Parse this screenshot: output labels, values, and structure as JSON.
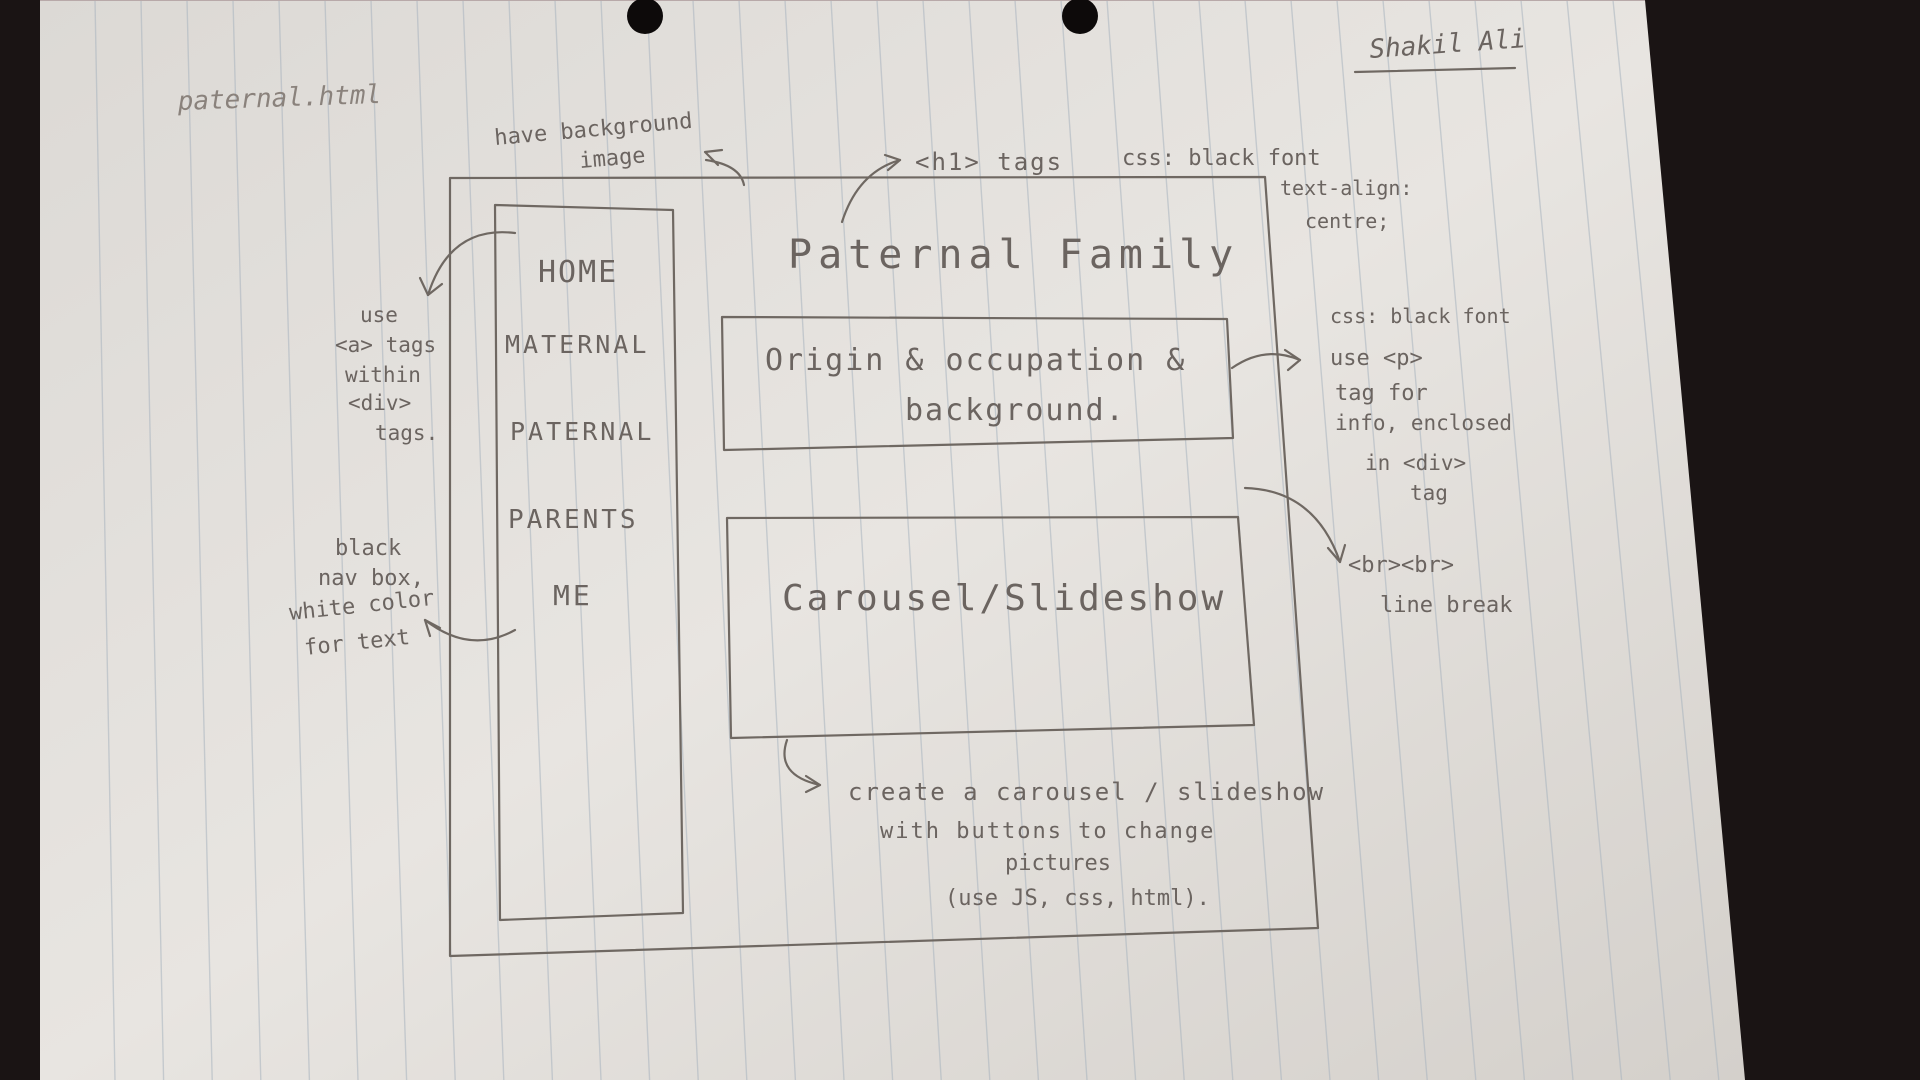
{
  "author": "Shakil Ali",
  "filename": "paternal.html",
  "annotations": {
    "background": [
      "have background",
      "image"
    ],
    "h1": "<h1> tags",
    "css_title": [
      "css: black font",
      "text-align:",
      "centre;"
    ],
    "nav_links": [
      "use",
      "<a> tags",
      "within",
      "<div>",
      "tags."
    ],
    "nav_box": [
      "black",
      "nav box,",
      "white color",
      "for text"
    ],
    "css_info": [
      "css: black font",
      "use <p>",
      "tag for",
      "info, enclosed",
      "in <div>",
      "tag"
    ],
    "line_break": [
      "<br><br>",
      "line break"
    ],
    "carousel_note": [
      "create a carousel / slideshow",
      "with buttons to change",
      "pictures",
      "(use JS, css, html)."
    ]
  },
  "nav_items": [
    "HOME",
    "MATERNAL",
    "PATERNAL",
    "PARENTS",
    "ME"
  ],
  "page_title": "Paternal Family",
  "info_box": [
    "Origin & occupation &",
    "background."
  ],
  "carousel": "Carousel/Slideshow",
  "colors": {
    "background": "#1a1414",
    "paper": "#e4e1dd",
    "pencil": "#6b6460",
    "rule_lines": "#a9b4bf"
  }
}
